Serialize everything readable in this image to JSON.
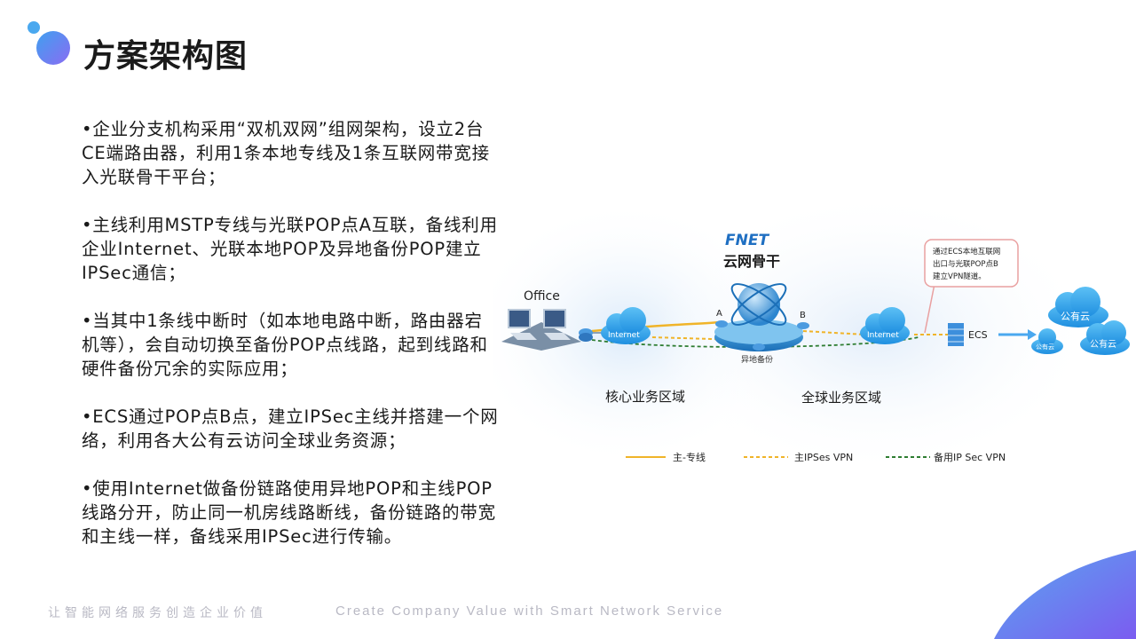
{
  "title": "方案架构图",
  "bullets": [
    "•企业分支机构采用“双机双网”组网架构，设立2台CE端路由器，利用1条本地专线及1条互联网带宽接入光联骨干平台；",
    "•主线利用MSTP专线与光联POP点A互联，备线利用企业Internet、光联本地POP及异地备份POP建立IPSec通信；",
    "•当其中1条线中断时（如本地电路中断，路由器宕机等），会自动切换至备份POP点线路，起到线路和硬件备份冗余的实际应用；",
    "•ECS通过POP点B点，建立IPSec主线并搭建一个网络，利用各大公有云访问全球业务资源；",
    "•使用Internet做备份链路使用异地POP和主线POP线路分开，防止同一机房线路断线，备份链路的带宽和主线一样，备线采用IPSec进行传输。"
  ],
  "diagram": {
    "brand_logo": "FNET",
    "brand_label": "云网骨干",
    "office_label": "Office",
    "internet_left": "Internet",
    "internet_right": "Internet",
    "node_a": "A",
    "node_b": "B",
    "backup_label": "异地备份",
    "ecs_label": "ECS",
    "callout": [
      "通过ECS本地互联网",
      "出口与光联POP点B",
      "建立VPN隧道。"
    ],
    "cloud_main": "公有云",
    "cloud_small1": "公有云",
    "cloud_small2": "公有云",
    "zone_core": "核心业务区域",
    "zone_global": "全球业务区域",
    "legend": [
      {
        "label": "主-专线",
        "color": "#f0b429",
        "style": "solid"
      },
      {
        "label": "主IPSes VPN",
        "color": "#f0b429",
        "style": "dashed"
      },
      {
        "label": "备用IP Sec VPN",
        "color": "#2e7d32",
        "style": "dashed"
      }
    ]
  },
  "footer": {
    "cn": "让智能网络服务创造企业价值",
    "en": "Create Company Value with Smart Network Service"
  },
  "colors": {
    "accent_blue": "#2f8de4",
    "accent_purple": "#8b6cf0"
  }
}
